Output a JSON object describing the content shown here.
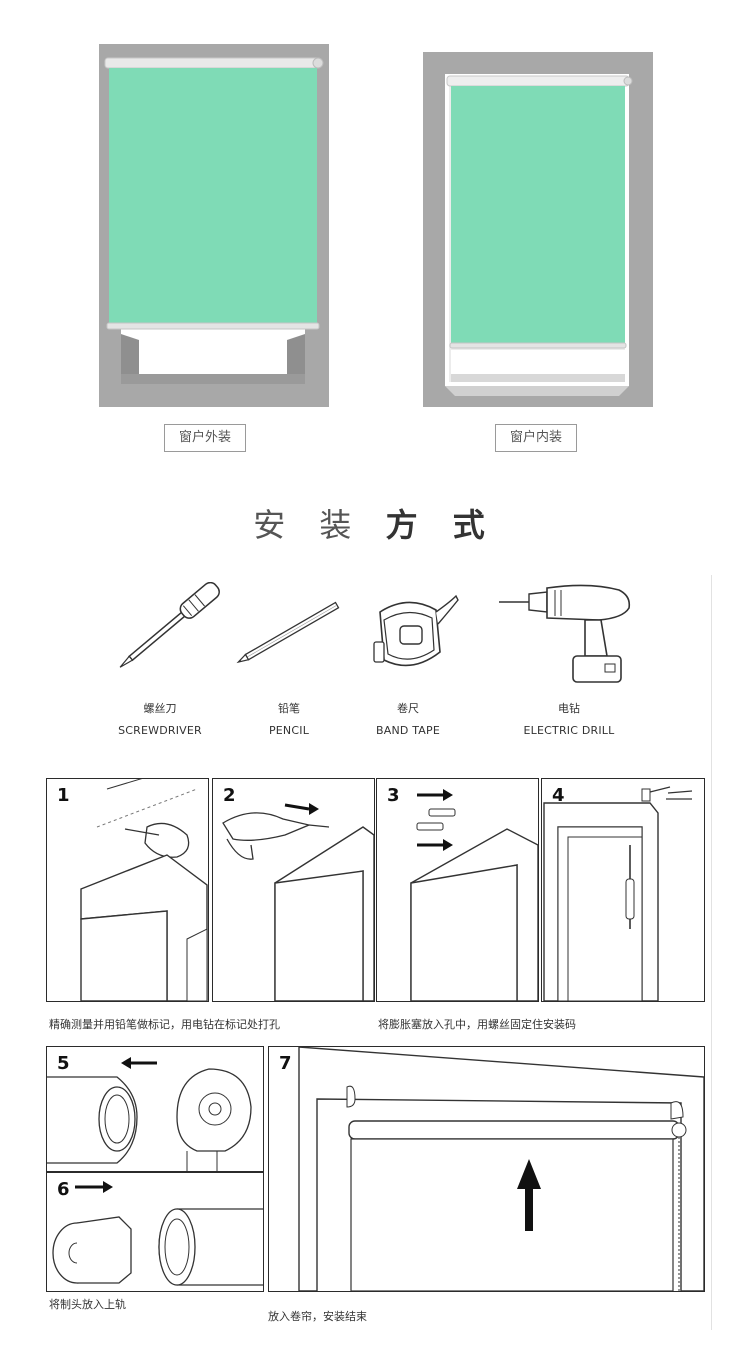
{
  "mounts": {
    "outside_label": "窗户外装",
    "inside_label": "窗户内装",
    "blind_color": "#7fdbb6"
  },
  "title": {
    "light": "安 装",
    "bold": "方 式"
  },
  "tools": [
    {
      "cn": "螺丝刀",
      "en": "SCREWDRIVER"
    },
    {
      "cn": "铅笔",
      "en": "PENCIL"
    },
    {
      "cn": "卷尺",
      "en": "BAND TAPE"
    },
    {
      "cn": "电钻",
      "en": "ELECTRIC DRILL"
    }
  ],
  "steps": [
    {
      "num": "1"
    },
    {
      "num": "2"
    },
    {
      "num": "3"
    },
    {
      "num": "4"
    },
    {
      "num": "5"
    },
    {
      "num": "6"
    },
    {
      "num": "7"
    }
  ],
  "captions": {
    "steps_1_2": "精确测量并用铅笔做标记，用电钻在标记处打孔",
    "steps_3_4": "将膨胀塞放入孔中，用螺丝固定住安装码",
    "steps_5_6": "将制头放入上轨",
    "step_7": "放入卷帘，安装结束"
  }
}
